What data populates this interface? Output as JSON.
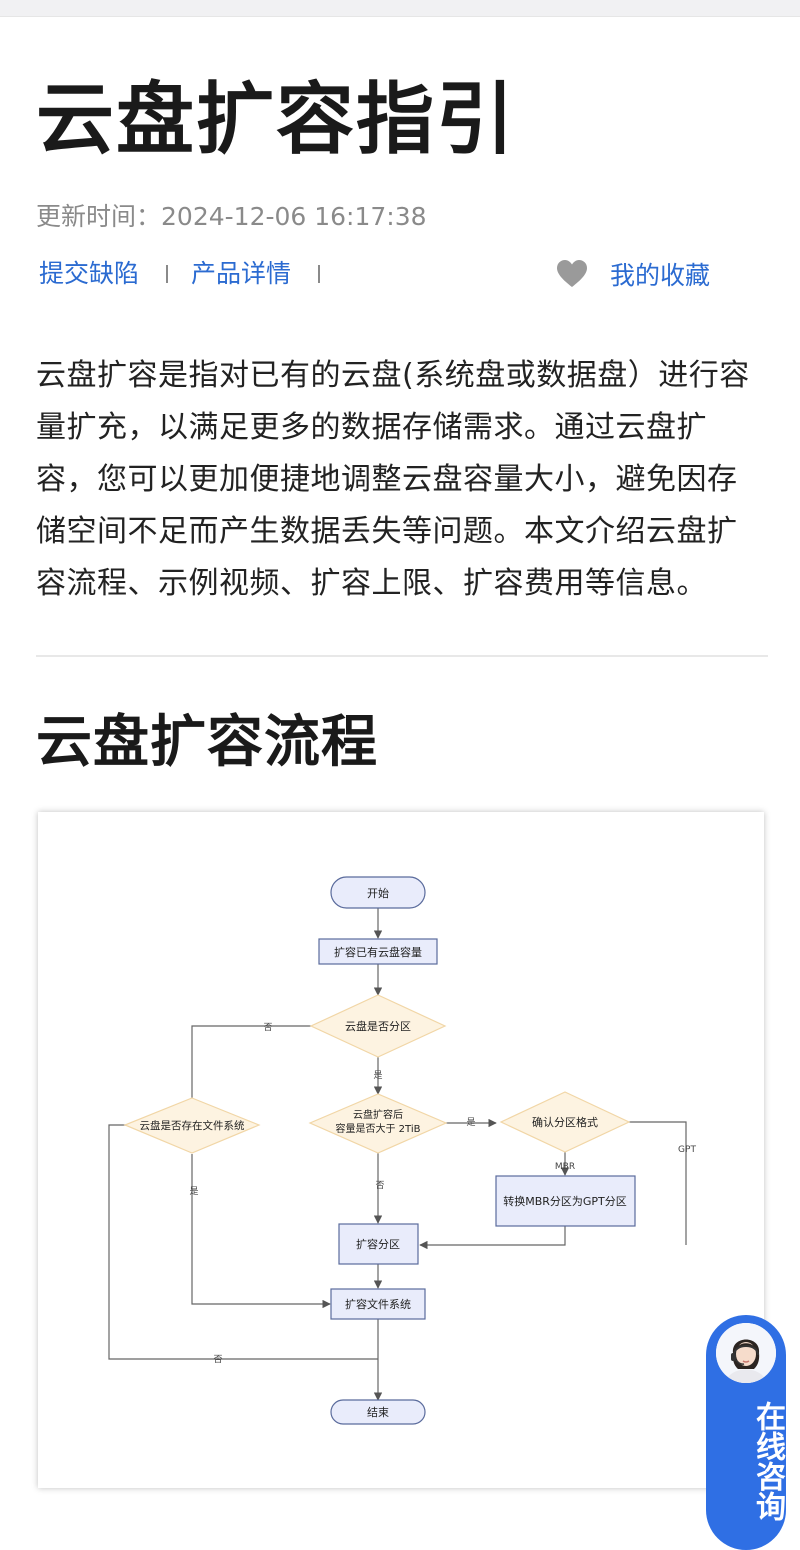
{
  "page": {
    "title": "云盘扩容指引",
    "update_label": "更新时间：",
    "update_time": "2024-12-06 16:17:38"
  },
  "actions": {
    "report": "提交缺陷",
    "product": "产品详情",
    "favorite": "我的收藏"
  },
  "intro": "云盘扩容是指对已有的云盘(系统盘或数据盘）进行容量扩充，以满足更多的数据存储需求。通过云盘扩容，您可以更加便捷地调整云盘容量大小，避免因存储空间不足而产生数据丢失等问题。本文介绍云盘扩容流程、示例视频、扩容上限、扩容费用等信息。",
  "section": {
    "title": "云盘扩容流程"
  },
  "flow": {
    "start": "开始",
    "step1": "扩容已有云盘容量",
    "d1": "云盘是否分区",
    "d2_line1": "云盘扩容后",
    "d2_line2": "容量是否大于 2TiB",
    "d3": "确认分区格式",
    "d4": "云盘是否存在文件系统",
    "convert": "转换MBR分区为GPT分区",
    "expand_part": "扩容分区",
    "expand_fs": "扩容文件系统",
    "end": "结束",
    "no": "否",
    "yes": "是",
    "mbr": "MBR",
    "gpt": "GPT"
  },
  "consult": {
    "label": "在线咨询"
  },
  "colors": {
    "link": "#2b6bd1",
    "node_fill": "#e9ecfb",
    "decision_fill": "#fdf3e1",
    "decision_stroke": "#f1d6a6",
    "consult_bg": "#2f6fe4"
  },
  "icons": {
    "favorite": "heart-icon",
    "avatar": "avatar-icon"
  }
}
